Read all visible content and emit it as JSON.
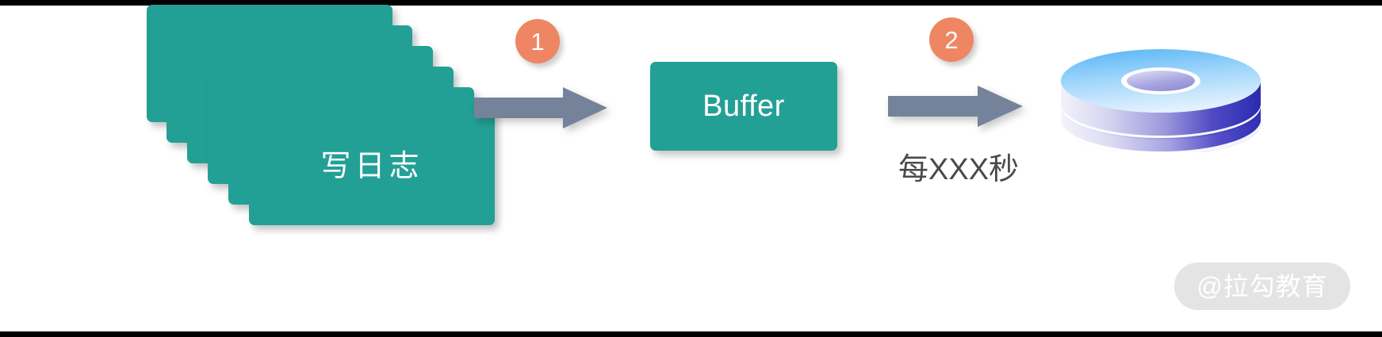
{
  "diagram": {
    "title": "Log write buffering flow",
    "background_color": "#ffffff",
    "letterbox_color": "#000000",
    "colors": {
      "card_teal": "#23a096",
      "badge_orange": "#ef8663",
      "arrow_slate": "#74839a",
      "caption_gray": "#4a4a4a",
      "disk_light_blue": "#7ec5f7",
      "disk_deep_blue": "#2b2bb0",
      "watermark_gray": "#e4e4e4"
    },
    "log_stack": {
      "name": "log-records-stack",
      "card_count": 6,
      "label": "写日志"
    },
    "steps": [
      {
        "number": "1",
        "name": "step-one"
      },
      {
        "number": "2",
        "name": "step-two"
      }
    ],
    "arrows": [
      {
        "name": "arrow-write-to-buffer",
        "direction": "right"
      },
      {
        "name": "arrow-buffer-to-disk",
        "direction": "right"
      }
    ],
    "buffer": {
      "name": "buffer-node",
      "label": "Buffer"
    },
    "interval": {
      "name": "flush-interval-caption",
      "label": "每XXX秒"
    },
    "storage": {
      "name": "database-disk",
      "icon": "database-disk-icon",
      "platters": 3
    },
    "watermark": {
      "text": "@拉勾教育"
    }
  }
}
